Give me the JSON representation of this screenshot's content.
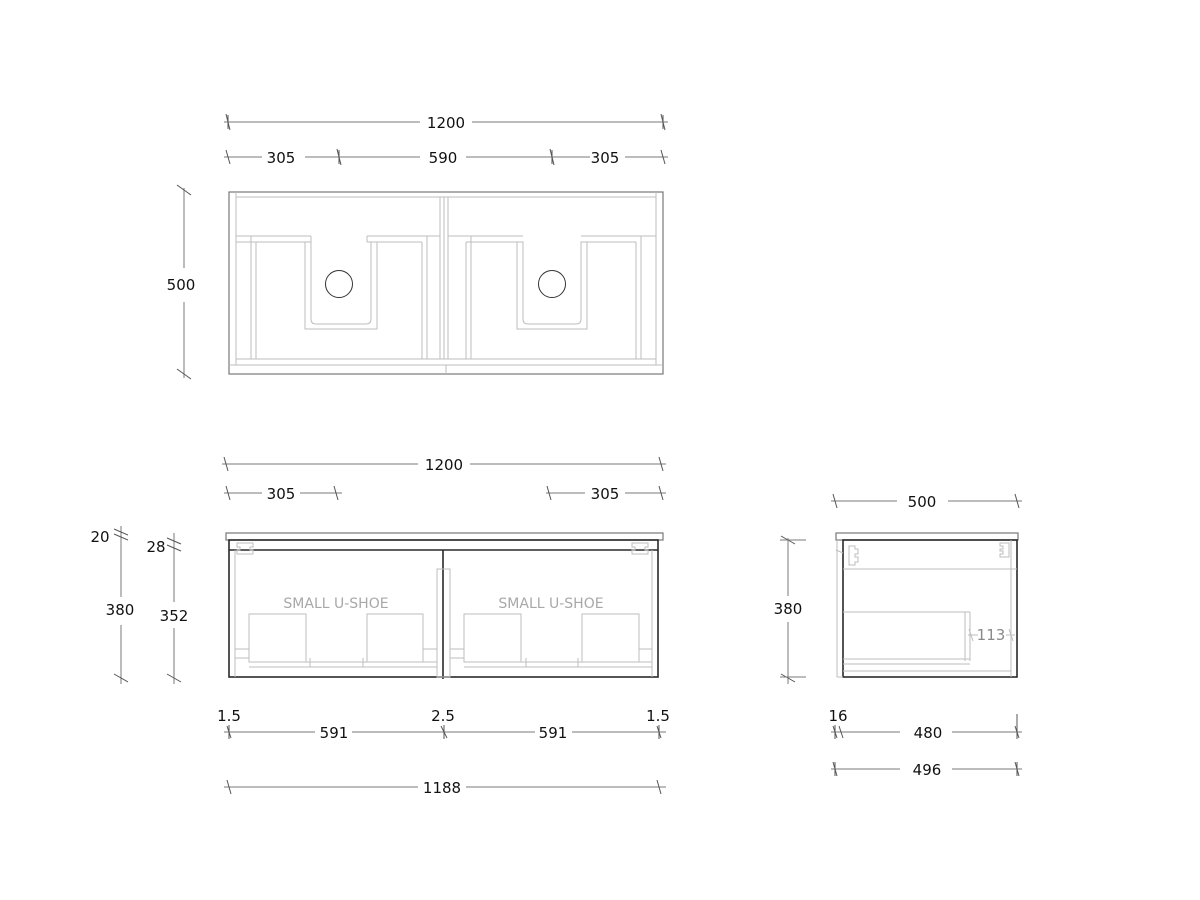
{
  "drawing": {
    "type": "vanity cabinet technical drawing",
    "units": "mm",
    "colors": {
      "line_dark": "#2a2a2a",
      "line_light": "#bdbdbd",
      "dimension": "#7a7a7a",
      "text": "#111111",
      "label_ghost": "#a8a8a8"
    }
  },
  "plan_view": {
    "overall_width": "1200",
    "segments": [
      "305",
      "590",
      "305"
    ],
    "depth": "500"
  },
  "front_view": {
    "overall_width": "1200",
    "left_offset": "305",
    "right_offset": "305",
    "top_thickness": "20",
    "cabinet_height": "380",
    "drawer_gap": "28",
    "drawer_height": "352",
    "drawer_labels": [
      "SMALL U-SHOE",
      "SMALL U-SHOE"
    ],
    "gaps": [
      "1.5",
      "2.5",
      "1.5"
    ],
    "drawer_widths": [
      "591",
      "591"
    ],
    "inner_width": "1188"
  },
  "side_view": {
    "overall_depth": "500",
    "height": "380",
    "inner_clearance": "113",
    "front_thickness": "16",
    "body_depth": "480",
    "total_depth": "496"
  }
}
